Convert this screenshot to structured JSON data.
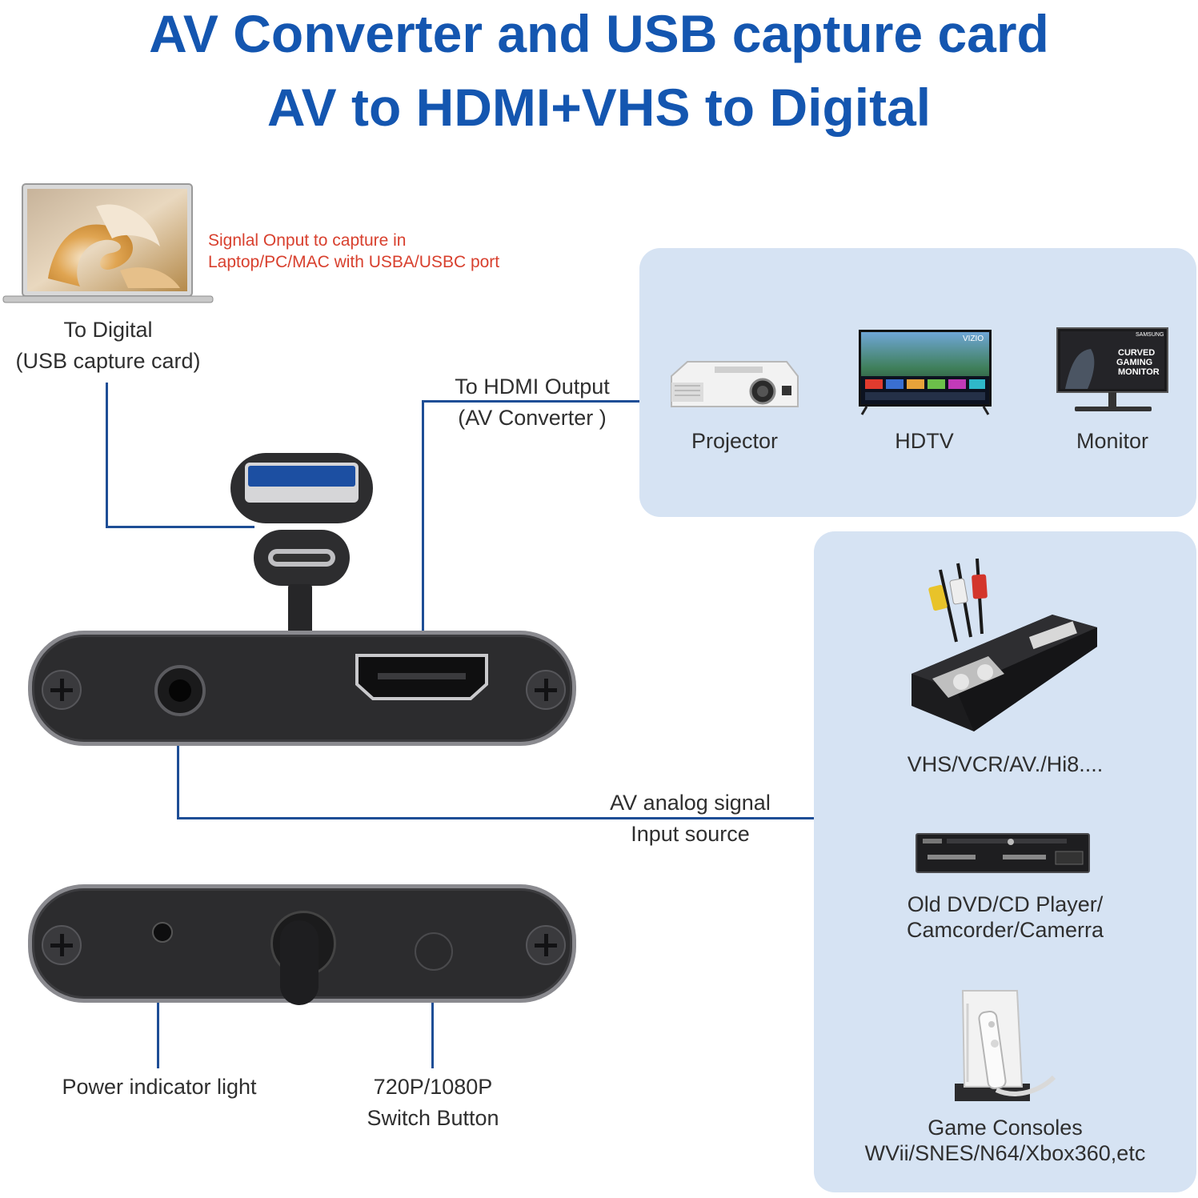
{
  "title": {
    "line1": "AV Converter and USB capture card",
    "line2": "AV to HDMI+VHS to Digital"
  },
  "capture": {
    "note_line1": "Signlal Onput to capture in",
    "note_line2": "Laptop/PC/MAC with USBA/USBC port",
    "label_line1": "To Digital",
    "label_line2": "(USB capture card)"
  },
  "hdmi_output": {
    "label_line1": "To HDMI Output",
    "label_line2": "(AV Converter )"
  },
  "outputs": [
    {
      "label": "Projector",
      "icon": "projector-icon"
    },
    {
      "label": "HDTV",
      "icon": "tv-icon"
    },
    {
      "label": "Monitor",
      "icon": "monitor-icon"
    }
  ],
  "monitor_brand": "SAMSUNG",
  "monitor_screen_text": [
    "CURVED",
    "GAMING",
    "MONITOR"
  ],
  "tv_brand": "VIZIO",
  "av_input": {
    "label_line1": "AV analog signal",
    "label_line2": "Input source"
  },
  "sources": [
    {
      "label_line1": "VHS/VCR/AV./Hi8....",
      "label_line2": "",
      "icon": "vhs-tape-icon"
    },
    {
      "label_line1": "Old DVD/CD Player/",
      "label_line2": "Camcorder/Camerra",
      "icon": "dvd-player-icon"
    },
    {
      "label_line1": "Game Consoles",
      "label_line2": "WVii/SNES/N64/Xbox360,etc",
      "icon": "game-console-icon"
    }
  ],
  "bottom_labels": {
    "power": "Power indicator light",
    "switch_line1": "720P/1080P",
    "switch_line2": "Switch Button"
  },
  "colors": {
    "title": "#1456b0",
    "note": "#d8402e",
    "line": "#1e4e96",
    "panel": "#d6e3f3",
    "device": "#2c2c2e"
  }
}
